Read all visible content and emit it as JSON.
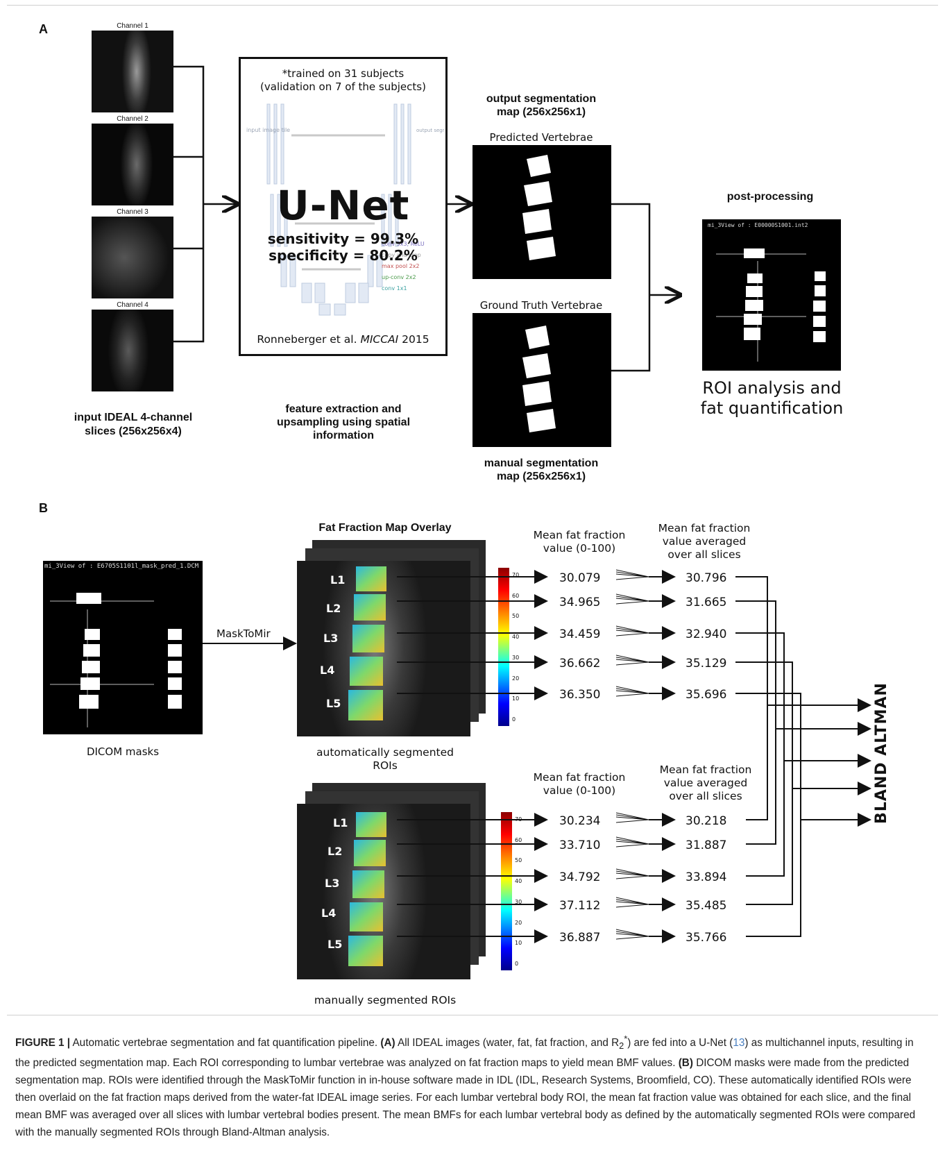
{
  "panel_a": {
    "label": "A",
    "channels": [
      "Channel 1",
      "Channel 2",
      "Channel 3",
      "Channel 4"
    ],
    "input_caption": [
      "input IDEAL 4-channel",
      "slices (256x256x4)"
    ],
    "unet_box": {
      "trained_line1": "*trained on 31 subjects",
      "trained_line2": "(validation on 7 of the subjects)",
      "title": "U-Net",
      "sensitivity": "sensitivity = 99.3%",
      "specificity": "specificity = 80.2%",
      "citation_prefix": "Ronneberger et al. ",
      "citation_venue": "MICCAI",
      "citation_year": " 2015",
      "arch_input": "input image tile",
      "arch_output": "output segmentation map",
      "legend": [
        "conv 3x3, ReLU",
        "copy and crop",
        "max pool 2x2",
        "up-conv 2x2",
        "conv 1x1"
      ]
    },
    "feature_caption": [
      "feature extraction and",
      "upsampling using spatial",
      "information"
    ],
    "output_caption": [
      "output segmentation",
      "map (256x256x1)"
    ],
    "predicted_label": "Predicted Vertebrae",
    "ground_truth_label": "Ground Truth Vertebrae",
    "manual_caption": [
      "manual segmentation",
      "map (256x256x1)"
    ],
    "post_processing": "post-processing",
    "post_title": "mi_3View of : E00000S1001.int2",
    "roi_caption": [
      "ROI analysis and",
      "fat quantification"
    ]
  },
  "panel_b": {
    "label": "B",
    "dicom_title": "mi_3View of : E6705S1101l_mask_pred_1.DCM",
    "dicom_caption": "DICOM masks",
    "mask_to_mir": "MaskToMir",
    "overlay_title": "Fat Fraction Map Overlay",
    "auto_caption": [
      "automatically segmented",
      "ROIs"
    ],
    "manual_caption": "manually segmented ROIs",
    "mean_header": [
      "Mean fat fraction",
      "value (0-100)"
    ],
    "avg_header": [
      "Mean fat fraction",
      "value averaged",
      "over all slices"
    ],
    "vertebrae": [
      "L1",
      "L2",
      "L3",
      "L4",
      "L5"
    ],
    "colorbar_ticks": [
      "70",
      "60",
      "50",
      "40",
      "30",
      "20",
      "10",
      "0"
    ],
    "auto_mean": [
      "30.079",
      "34.965",
      "34.459",
      "36.662",
      "36.350"
    ],
    "auto_avg": [
      "30.796",
      "31.665",
      "32.940",
      "35.129",
      "35.696"
    ],
    "manual_mean": [
      "30.234",
      "33.710",
      "34.792",
      "37.112",
      "36.887"
    ],
    "manual_avg": [
      "30.218",
      "31.887",
      "33.894",
      "35.485",
      "35.766"
    ],
    "bland_altman": "BLAND ALTMAN"
  },
  "caption": {
    "figure_label": "FIGURE 1 |",
    "part1": " Automatic vertebrae segmentation and fat quantification pipeline. ",
    "a_label": "(A)",
    "part2": " All IDEAL images (water, fat, fat fraction, and R",
    "r2_sub": "2",
    "r2_sup": "*",
    "part3": ") are fed into a U-Net (",
    "ref": "13",
    "part4": ") as multichannel inputs, resulting in the predicted segmentation map. Each ROI corresponding to lumbar vertebrae was analyzed on fat fraction maps to yield mean BMF values. ",
    "b_label": "(B)",
    "part5": " DICOM masks were made from the predicted segmentation map. ROIs were identified through the MaskToMir function in in-house software made in IDL (IDL, Research Systems, Broomfield, CO). These automatically identified ROIs were then overlaid on the fat fraction maps derived from the water-fat IDEAL image series. For each lumbar vertebral body ROI, the mean fat fraction value was obtained for each slice, and the final mean BMF was averaged over all slices with lumbar vertebral bodies present. The mean BMFs for each lumbar vertebral body as defined by the automatically segmented ROIs were compared with the manually segmented ROIs through Bland-Altman analysis."
  }
}
